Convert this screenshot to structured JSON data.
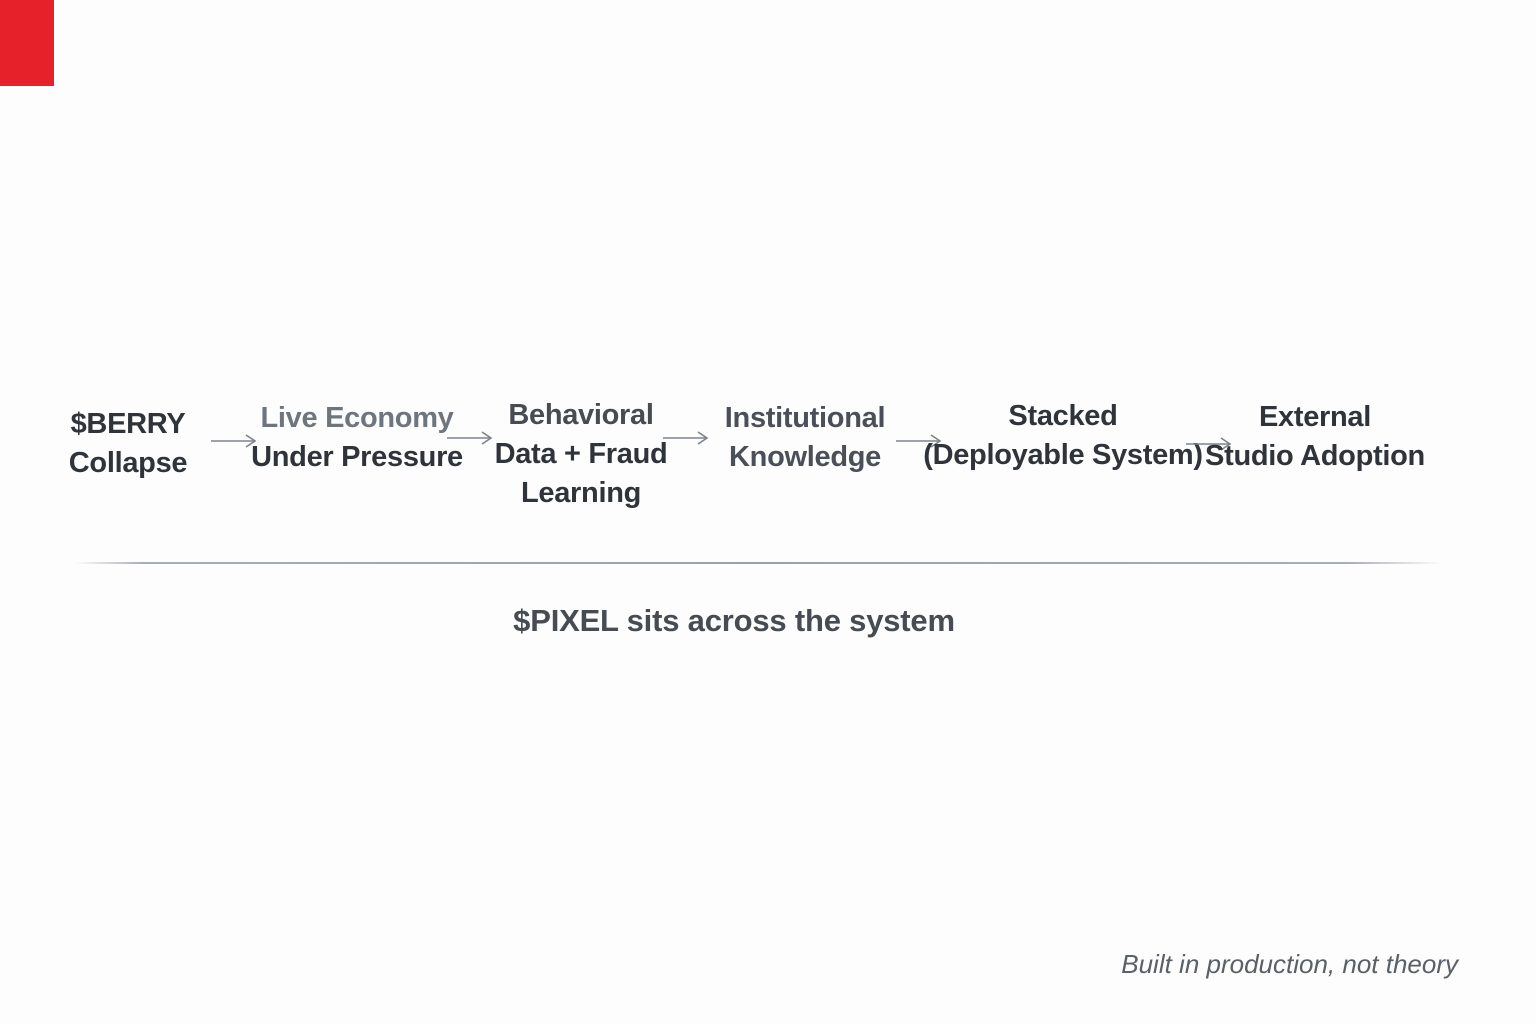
{
  "slide": {
    "background_color": "#fdfdfd"
  },
  "accent_bar": {
    "color": "#e62129"
  },
  "flow": {
    "nodes": [
      {
        "id": "berry-collapse",
        "lines": [
          "$BERRY",
          "Collapse"
        ]
      },
      {
        "id": "live-economy",
        "lines": [
          "Live Economy",
          "Under Pressure"
        ]
      },
      {
        "id": "behavioral-data",
        "lines": [
          "Behavioral",
          "Data + Fraud",
          "Learning"
        ]
      },
      {
        "id": "institutional-knowledge",
        "lines": [
          "Institutional",
          "Knowledge"
        ]
      },
      {
        "id": "stacked-system",
        "lines": [
          "Stacked",
          "(Deployable System)"
        ]
      },
      {
        "id": "external-adoption",
        "lines": [
          "External",
          "Studio Adoption"
        ]
      }
    ],
    "connector_icon": "long-right-arrow",
    "connector_glyph": "⟶",
    "connector_color": "#7d838b"
  },
  "caption": {
    "text": "$PIXEL sits across the system",
    "color": "#474c53"
  },
  "footnote": {
    "text": "Built in production, not theory",
    "color": "#5a6067"
  },
  "palette": {
    "node_text_dark": "#2f343b",
    "node_text_muted": "#6f757d",
    "node_text_semi": "#4b5058",
    "divider": "#9aa0a7"
  }
}
